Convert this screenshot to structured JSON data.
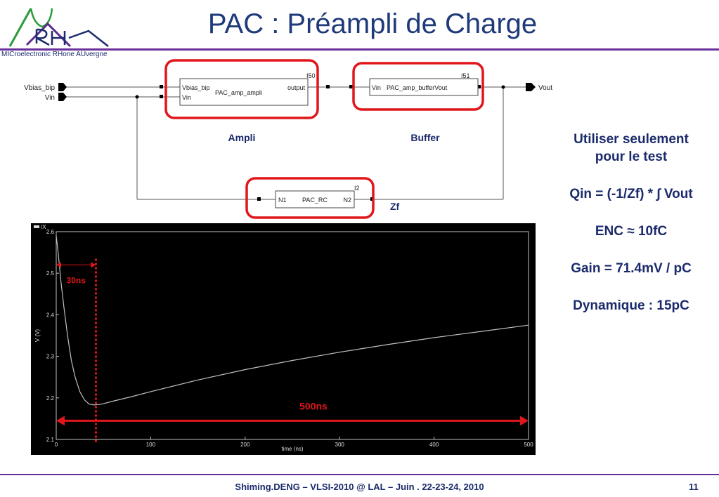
{
  "slide": {
    "title": "PAC : Préampli de Charge",
    "logo_text": "MICroelectronic RHone AUvergne",
    "footer": "Shiming.DENG – VLSI-2010 @ LAL – Juin . 22-23-24, 2010",
    "page_number": "11",
    "accent_color": "#6a2f9a",
    "text_color": "#1b2a6b"
  },
  "schematic": {
    "pin_vbias": "Vbias_bip",
    "pin_vin": "Vin",
    "pin_vout": "Vout",
    "ampli": {
      "instance": "I50",
      "cell": "PAC_amp_ampli",
      "port_vbias": "Vbias_bip",
      "port_vin": "Vin",
      "port_out": "output",
      "caption": "Ampli"
    },
    "buffer": {
      "instance": "I51",
      "cell": "PAC_amp_bufferVout",
      "port_vin": "Vin",
      "caption": "Buffer"
    },
    "feedback": {
      "instance": "I2",
      "cell": "PAC_RC",
      "port_n1": "N1",
      "port_n2": "N2",
      "caption": "Zf"
    },
    "highlight_color": "#e0161b"
  },
  "notes": {
    "line1": "Utiliser seulement",
    "line2": "pour le test",
    "formula": "Qin = (-1/Zf) * ∫ Vout",
    "enc": "ENC ≈ 10fC",
    "gain": "Gain = 71.4mV / pC",
    "dynamic": "Dynamique : 15pC"
  },
  "chart_data": {
    "type": "line",
    "legend": "/X",
    "xlabel": "time (ns)",
    "ylabel": "V (V)",
    "xlim": [
      0,
      500
    ],
    "ylim": [
      2.1,
      2.6
    ],
    "xticks": [
      "0",
      "100",
      "200",
      "300",
      "400",
      "500"
    ],
    "yticks": [
      "2.1",
      "2.2",
      "2.3",
      "2.4",
      "2.5",
      "2.6"
    ],
    "grid": false,
    "background": "#000000",
    "series": [
      {
        "color": "#c0c0c0",
        "x": [
          0,
          2,
          5,
          8,
          12,
          16,
          20,
          25,
          30,
          35,
          40,
          45,
          50,
          60,
          80,
          100,
          150,
          200,
          250,
          300,
          350,
          400,
          450,
          500
        ],
        "y": [
          2.59,
          2.55,
          2.48,
          2.42,
          2.35,
          2.29,
          2.25,
          2.215,
          2.195,
          2.185,
          2.183,
          2.184,
          2.186,
          2.192,
          2.203,
          2.215,
          2.243,
          2.268,
          2.29,
          2.31,
          2.328,
          2.345,
          2.36,
          2.375
        ]
      }
    ],
    "annotations": [
      {
        "text": "30ns",
        "x_from": 0,
        "x_to": 42,
        "y": 2.52
      },
      {
        "text": "500ns",
        "x_from": 0,
        "x_to": 500,
        "y": 2.145
      },
      {
        "marker_x": 42
      }
    ],
    "annotation_color": "#e0161b"
  }
}
